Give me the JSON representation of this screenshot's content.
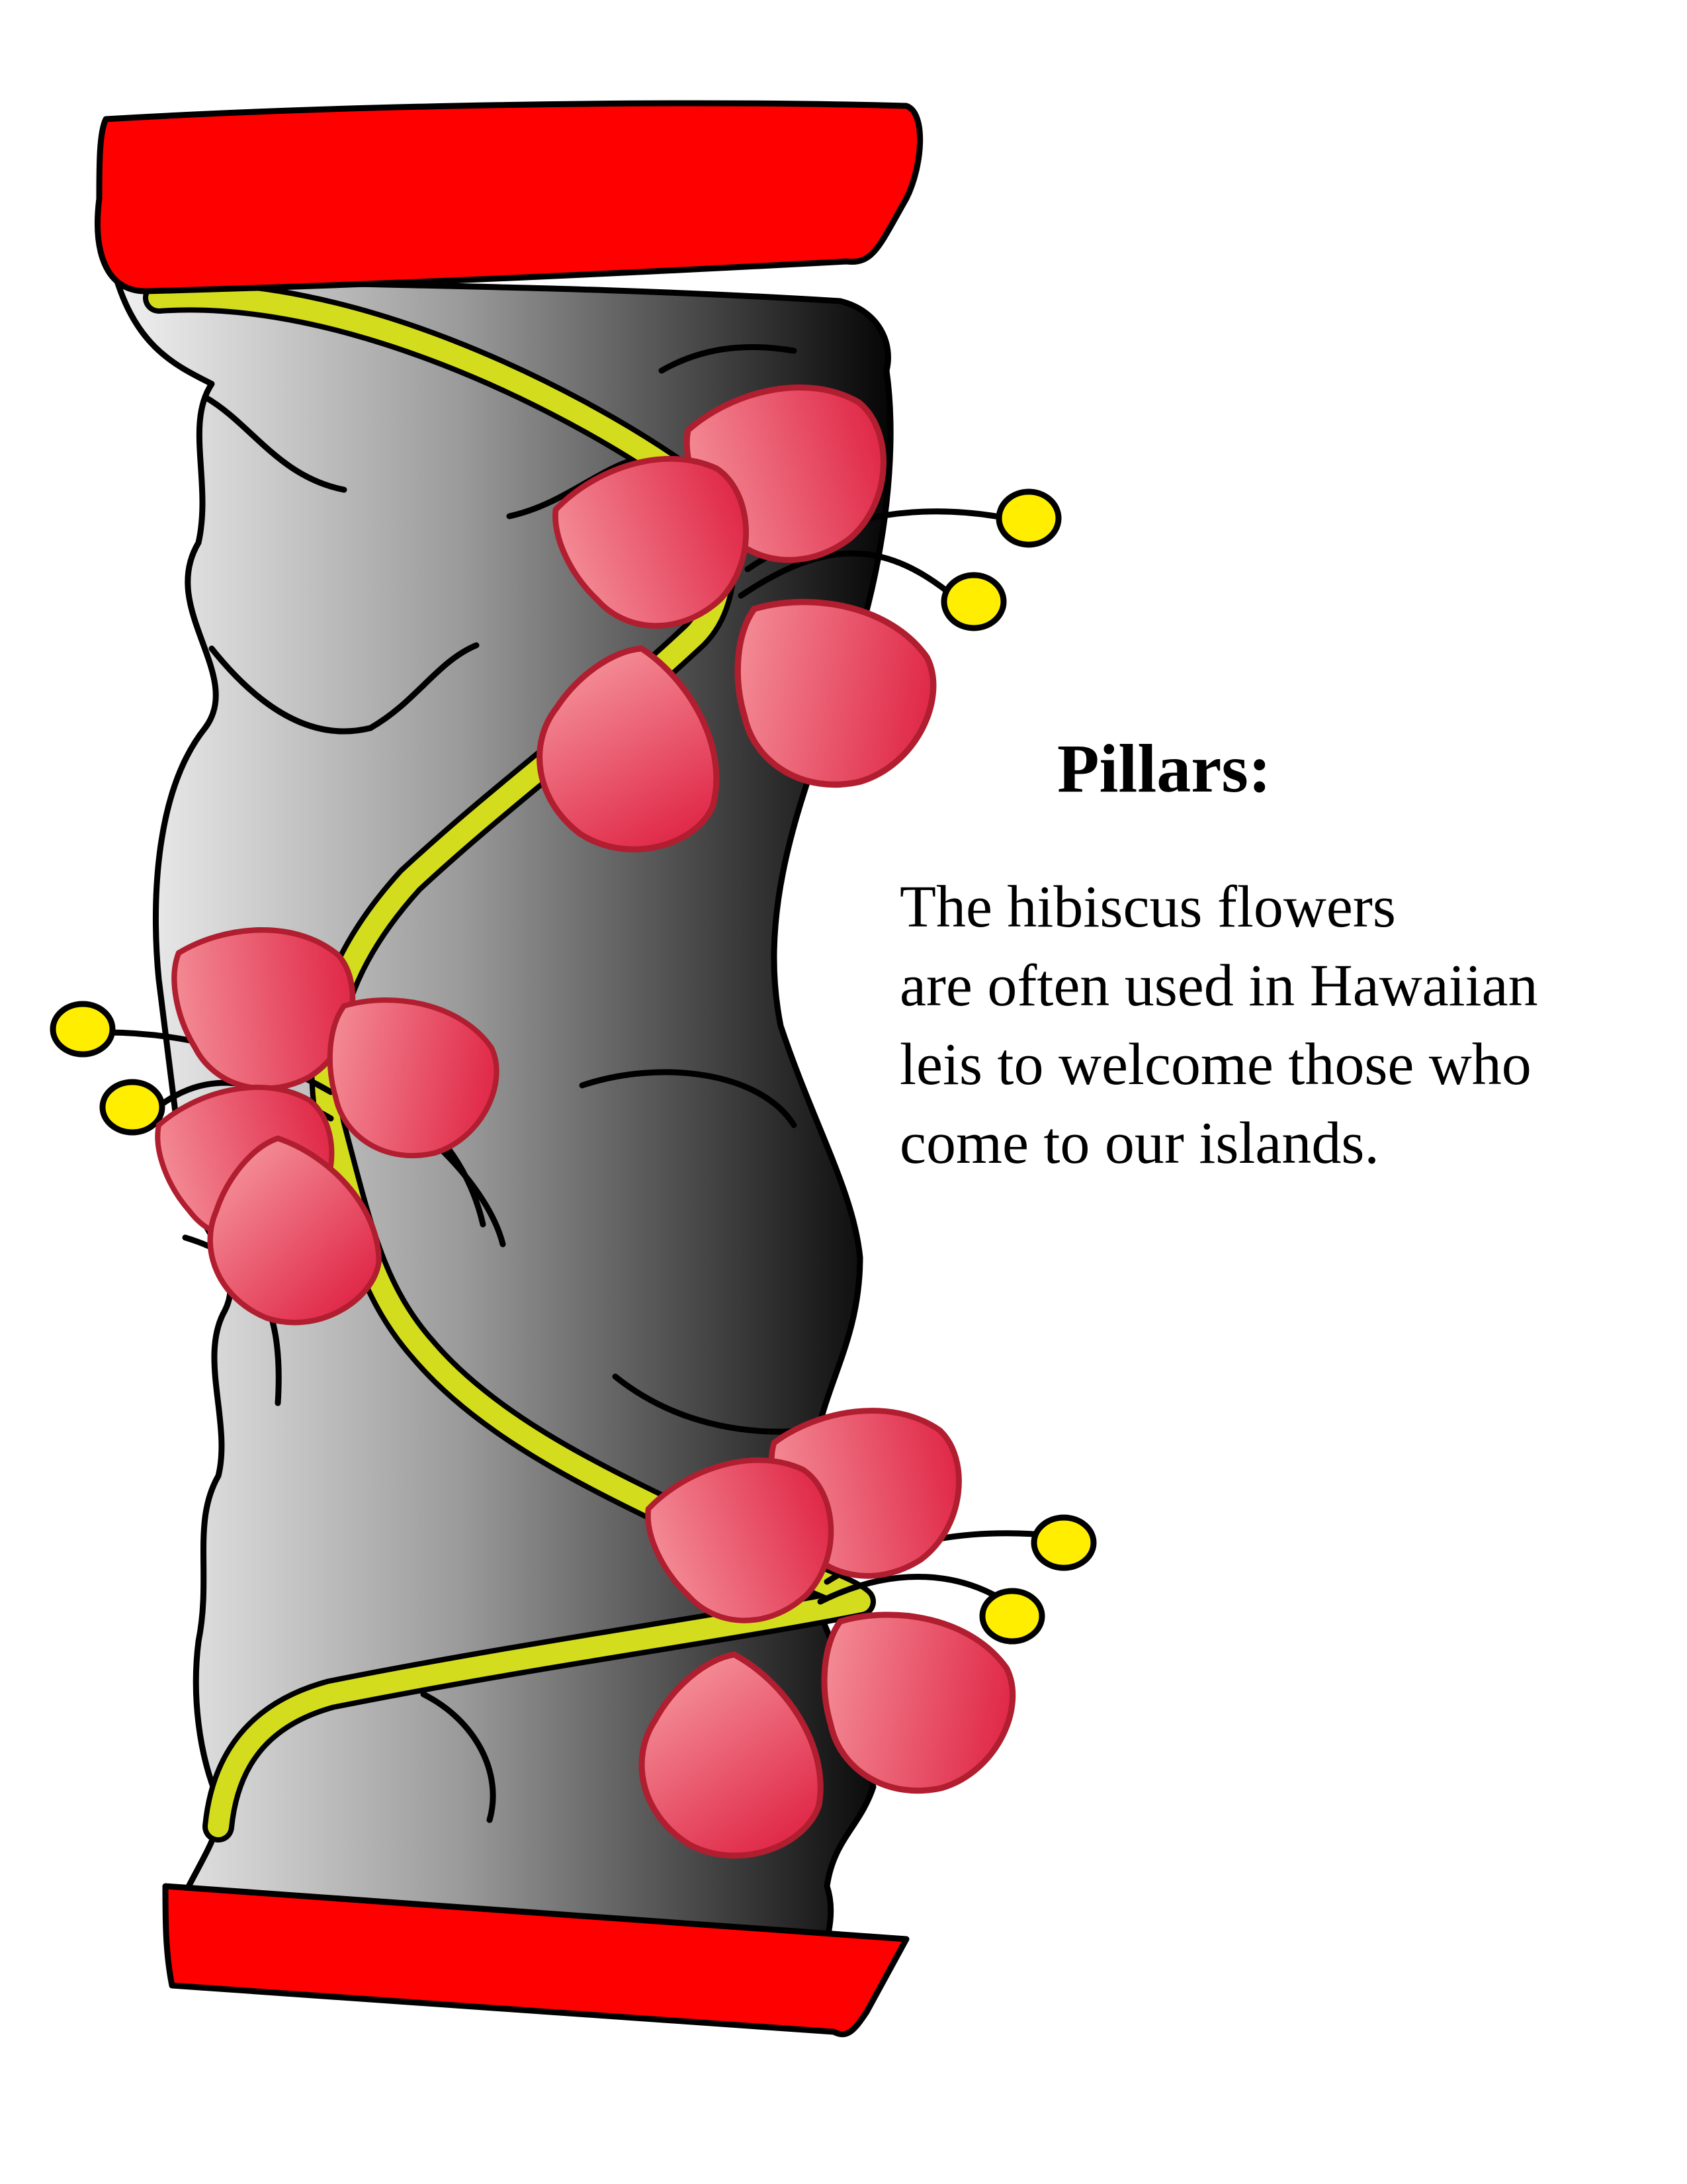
{
  "caption": {
    "title": "Pillars:",
    "lines": [
      "The hibiscus flowers",
      "are often used in Hawaiian",
      "leis to welcome those who",
      "come to our islands."
    ]
  },
  "colors": {
    "background": "#ffffff",
    "cap_band": "#ff0000",
    "vine": "#d4dc1e",
    "petal_light": "#f38a94",
    "petal_dark": "#e02848",
    "petal_edge": "#b01e30",
    "stamen_dot": "#ffee00",
    "outline": "#000000"
  },
  "icons": [
    "pillar-illustration",
    "hibiscus-flower-icon"
  ]
}
